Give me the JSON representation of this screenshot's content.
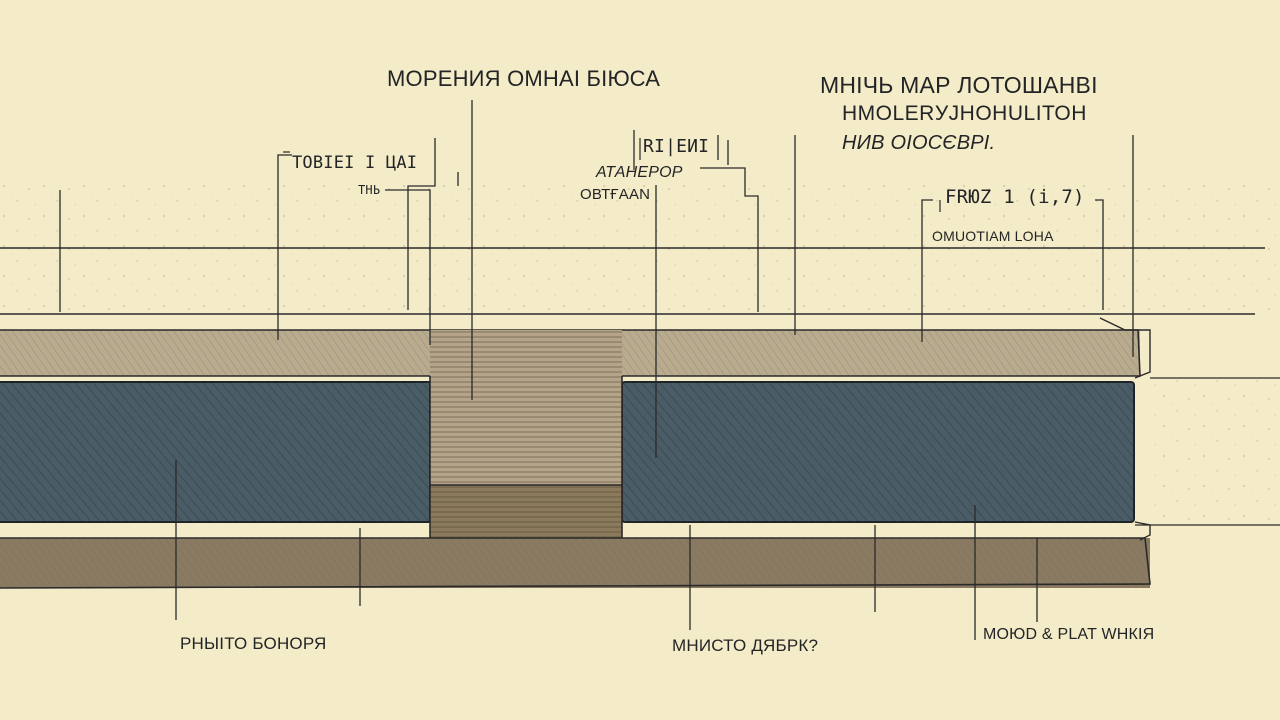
{
  "labels": {
    "top_center": "МОРЕНИЯ ОМНАІ БІЮСА",
    "top_right_line1": "МНІЧЬ МАР ЛОТОШАНВІ",
    "top_right_line2": "НМОLЕRУJНОНULІТОН",
    "top_right_line3": "НИВ ОІОСЄВРІ.",
    "tag_left_1": "ТОВІЕІ І ЦАІ",
    "tag_left_2": "ТНЬ",
    "tag_center_1": "RI|ЕИІ",
    "tag_center_2": "АТАНЕРОР",
    "tag_center_3": "ОВТҒААN",
    "tag_right_1": "FRЮZ 1 (і,7)",
    "tag_right_2": "ОМUОТІАМ LОНА",
    "bottom_left": "РНЫІТО БОНОРЯ",
    "bottom_center": "МНИСТО ДЯБРК?",
    "bottom_right": "МОЮD & PLAT WНКІЯ"
  },
  "colors": {
    "paper": "#f4ecc8",
    "ink": "#222426",
    "plate": "#b9ac8e",
    "panel": "#4a5c66",
    "joint": "#8b7a5c",
    "bottom_plate": "#8a7a62"
  }
}
